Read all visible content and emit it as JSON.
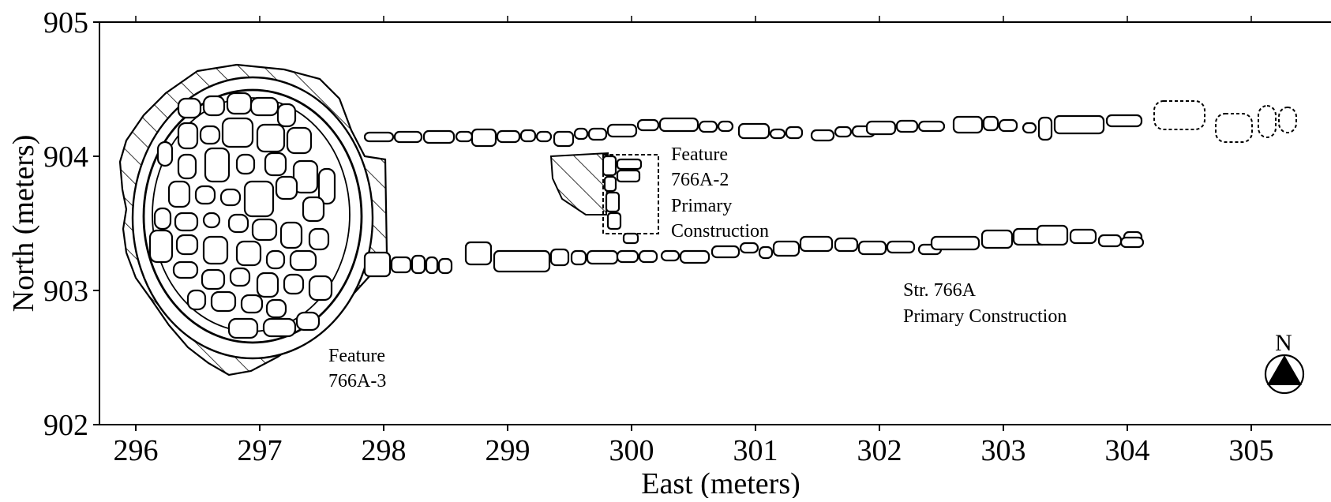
{
  "figure": {
    "x_axis": {
      "title": "East (meters)",
      "ticks": [
        "296",
        "297",
        "298",
        "299",
        "300",
        "301",
        "302",
        "303",
        "304",
        "305"
      ]
    },
    "y_axis": {
      "title": "North (meters)",
      "ticks": [
        "905",
        "904",
        "903",
        "902"
      ]
    },
    "labels": {
      "feature_766a3": [
        "Feature",
        "766A-3"
      ],
      "feature_766a2": [
        "Feature",
        "766A-2",
        "Primary",
        "Construction"
      ],
      "structure": [
        "Str. 766A",
        "Primary Construction"
      ],
      "north": "N"
    },
    "colors": {
      "ink": "#000000",
      "paper": "#ffffff"
    }
  }
}
